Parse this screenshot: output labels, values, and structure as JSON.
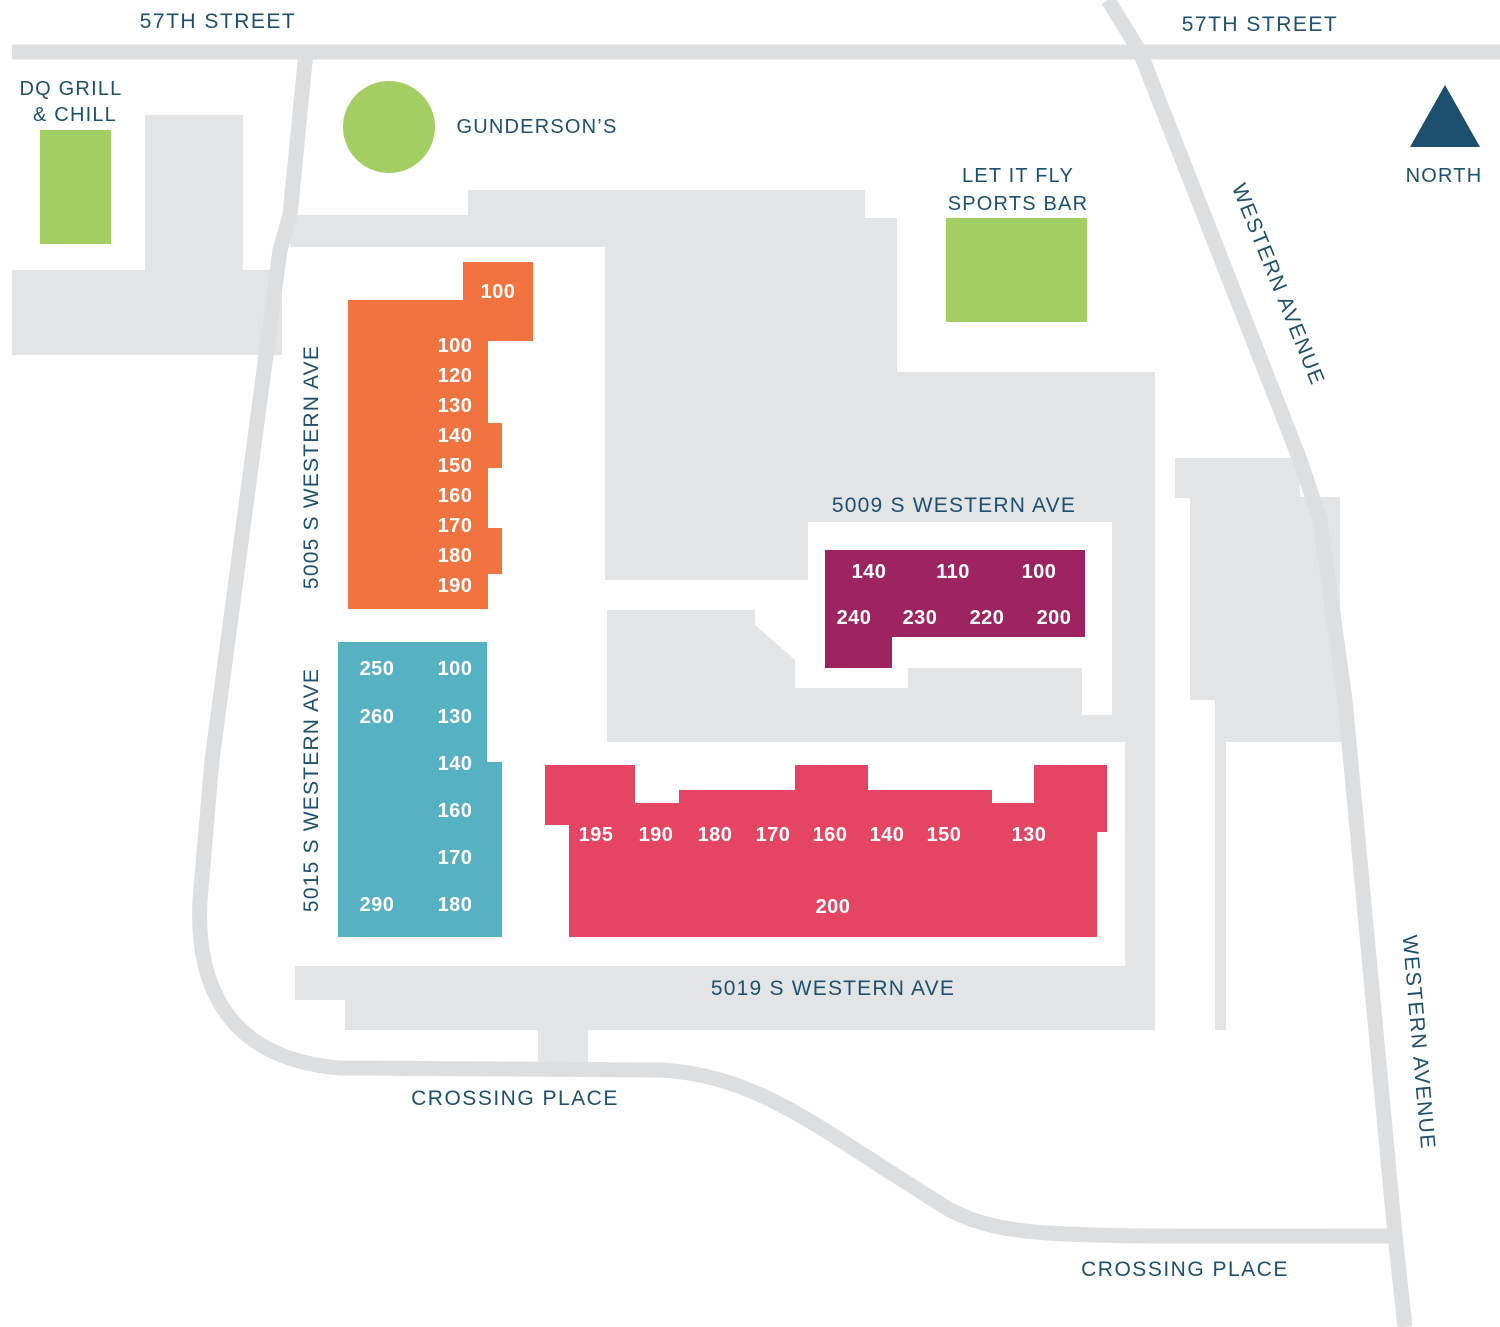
{
  "streets": {
    "street_57_left": "57TH STREET",
    "street_57_right": "57TH STREET",
    "western_upper": "WESTERN AVENUE",
    "western_lower": "WESTERN AVENUE",
    "crossing_left": "CROSSING PLACE",
    "crossing_right": "CROSSING PLACE"
  },
  "compass": {
    "label": "NORTH",
    "color": "#1d4f6e"
  },
  "points_of_interest": {
    "dq": {
      "line1": "DQ GRILL",
      "line2": "& CHILL",
      "color": "#a3ce62"
    },
    "gundersons": {
      "label": "GUNDERSON’S",
      "color": "#a3ce62"
    },
    "let_it_fly": {
      "line1": "LET IT FLY",
      "line2": "SPORTS BAR",
      "color": "#a3ce62"
    }
  },
  "buildings": {
    "b5005": {
      "address": "5005 S WESTERN AVE",
      "color": "#f07340",
      "units": [
        "100",
        "100",
        "120",
        "130",
        "140",
        "150",
        "160",
        "170",
        "180",
        "190"
      ]
    },
    "b5015": {
      "address": "5015 S WESTERN AVE",
      "color": "#56b1c2",
      "units": [
        "250",
        "100",
        "260",
        "130",
        "140",
        "160",
        "170",
        "290",
        "180"
      ]
    },
    "b5009": {
      "address": "5009 S WESTERN AVE",
      "color": "#9e2361",
      "units": [
        "140",
        "110",
        "100",
        "240",
        "230",
        "220",
        "200"
      ]
    },
    "b5019": {
      "address": "5019 S WESTERN AVE",
      "color": "#e54562",
      "units": [
        "195",
        "190",
        "180",
        "170",
        "160",
        "140",
        "150",
        "130",
        "200"
      ]
    }
  },
  "colors": {
    "road": "#dcdee0",
    "parking": "#e3e4e6",
    "label": "#1d4f6e"
  }
}
